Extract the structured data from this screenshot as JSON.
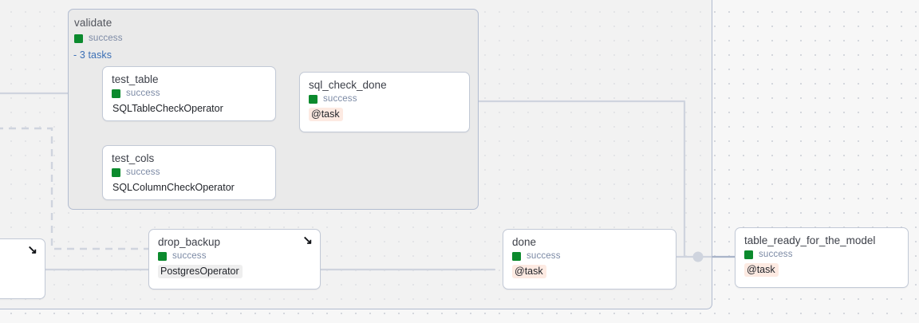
{
  "canvas": {
    "background": "#f7f7f7",
    "grid_dot_color": "#c9ccd4",
    "edge_color": "#a9b4c9",
    "status_green": "#0b8a2d",
    "link_blue": "#3b6fb5",
    "decorator_bg": "#fdeae2",
    "operator_bg": "#eeeeee"
  },
  "groups": [
    {
      "id": "validate",
      "label": "validate",
      "status": "success",
      "status_color": "#0b8a2d",
      "tasks_toggle": "- 3 tasks"
    }
  ],
  "nodes": [
    {
      "id": "clipped-left",
      "title": "",
      "status": "",
      "type_label": "",
      "arrow_icon": "↘"
    },
    {
      "id": "test_table",
      "title": "test_table",
      "status": "success",
      "type_label": "SQLTableCheckOperator",
      "type_style": "plain"
    },
    {
      "id": "test_cols",
      "title": "test_cols",
      "status": "success",
      "type_label": "SQLColumnCheckOperator",
      "type_style": "plain"
    },
    {
      "id": "sql_check_done",
      "title": "sql_check_done",
      "status": "success",
      "type_label": "@task",
      "type_style": "decorator"
    },
    {
      "id": "drop_backup",
      "title": "drop_backup",
      "status": "success",
      "type_label": "PostgresOperator",
      "type_style": "operator",
      "arrow_icon": "↘"
    },
    {
      "id": "done",
      "title": "done",
      "status": "success",
      "type_label": "@task",
      "type_style": "decorator"
    },
    {
      "id": "table_ready_for_the_model",
      "title": "table_ready_for_the_model",
      "status": "success",
      "type_label": "@task",
      "type_style": "decorator"
    }
  ]
}
